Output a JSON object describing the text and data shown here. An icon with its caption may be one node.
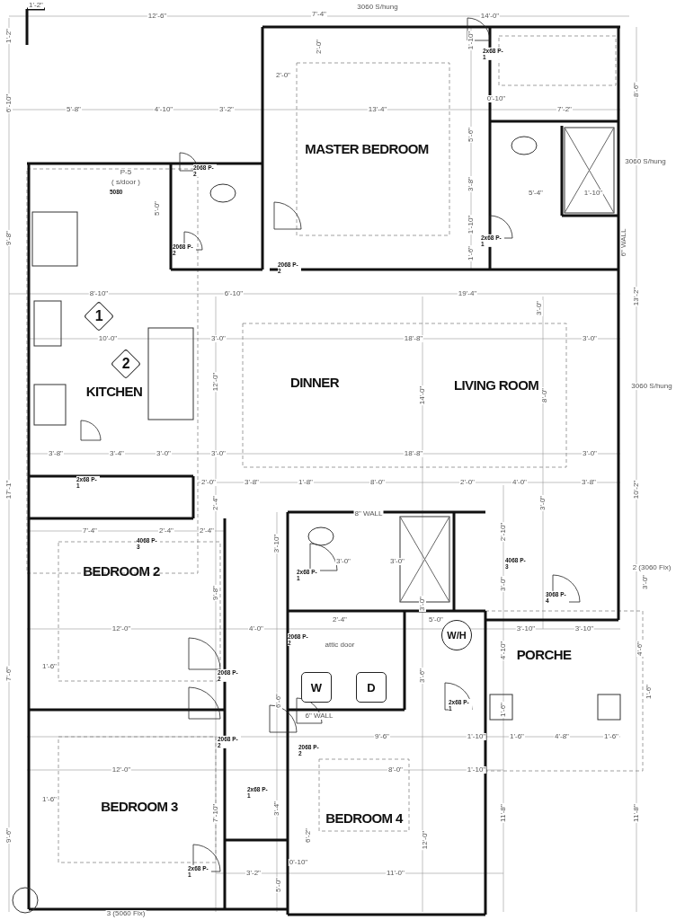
{
  "diagram": {
    "nodes": [
      {
        "text": [
          "MASTER BEDROOM"
        ]
      },
      {
        "text": [
          "KITCHEN"
        ]
      },
      {
        "text": [
          "DINNER"
        ]
      },
      {
        "text": [
          "LIVING ROOM"
        ]
      },
      {
        "text": [
          "BEDROOM 2"
        ]
      },
      {
        "text": [
          "PORCHE"
        ]
      },
      {
        "text": [
          "W/H"
        ]
      },
      {
        "text": [
          "W"
        ]
      },
      {
        "text": [
          "D"
        ]
      },
      {
        "text": [
          "BEDROOM 3"
        ]
      },
      {
        "text": [
          "BEDROOM 4"
        ]
      },
      {
        "text": [
          "1"
        ]
      },
      {
        "text": [
          "2"
        ]
      }
    ],
    "labels": [
      "1'-2\"",
      "12'-6\"",
      "7'-4\"",
      "3060 S/hung",
      "14'-0\"",
      "1'-2\"",
      "6'-10\"",
      "9'-8\"",
      "17'-1\"",
      "7'-6\"",
      "9'-6\"",
      "2'-0\"",
      "2'-0\"",
      "5'-8\"",
      "4'-10\"",
      "3'-2\"",
      "13'-4\"",
      "0'-10\"",
      "7'-2\"",
      "2x68 P-1",
      "1'-10\"",
      "5'-6\"",
      "3'-8\"",
      "1'-10\"",
      "1'-6\"",
      "2x68 P-1",
      "5'-4\"",
      "1'-10\"",
      "3060 S/hung",
      "6\" WALL",
      "8'-6\"",
      "13'-2\"",
      "10'-2\"",
      "3'-0\"",
      "4'-6\"",
      "1'-6\"",
      "11'-8\"",
      "P-5",
      "( s/door )",
      "5080",
      "5'-0\"",
      "2068 P-2",
      "2068 P-2",
      "2068 P-2",
      "8'-10\"",
      "6'-10\"",
      "19'-4\"",
      "3'-0\"",
      "10'-0\"",
      "3'-0\"",
      "18'-8\"",
      "3'-0\"",
      "12'-0\"",
      "14'-0\"",
      "8'-0\"",
      "3060 S/hung",
      "3'-8\"",
      "3'-4\"",
      "3'-0\"",
      "3'-0\"",
      "18'-8\"",
      "3'-0\"",
      "2x68 P-1",
      "2'-0\"",
      "3'-8\"",
      "1'-8\"",
      "8'-0\"",
      "2'-0\"",
      "4'-0\"",
      "3'-8\"",
      "2'-4\"",
      "3'-0\"",
      "8\" WALL",
      "7'-4\"",
      "2'-4\"",
      "2'-4\"",
      "4068 P-3",
      "3'-10\"",
      "2x68 P-1",
      "3'-0\"",
      "3'-0\"",
      "2'-10\"",
      "4068 P-3",
      "3'-0\"",
      "3068 P-4",
      "2 (3060 Fix)",
      "9'-8\"",
      "12'-0\"",
      "4'-0\"",
      "2'-4\"",
      "5'-0\"",
      "3'-0\"",
      "2068 P-2",
      "attic door",
      "3'-10\"",
      "3'-10\"",
      "4'-10\"",
      "1'-6\"",
      "2068 P-2",
      "6'-6\"",
      "3'-6\"",
      "2x68 P-1",
      "1'-6\"",
      "6\" WALL",
      "9'-6\"",
      "1'-10\"",
      "1'-6\"",
      "4'-8\"",
      "1'-6\"",
      "2068 P-2",
      "2068 P-2",
      "12'-0\"",
      "8'-0\"",
      "1'-10\"",
      "2x68 P-1",
      "7'-10\"",
      "3'-4\"",
      "1'-6\"",
      "6'-2\"",
      "12'-0\"",
      "11'-8\"",
      "3'-2\"",
      "0'-10\"",
      "2x68 P-1",
      "5'-0\"",
      "11'-0\"",
      "3 (5060 Fix)"
    ]
  }
}
